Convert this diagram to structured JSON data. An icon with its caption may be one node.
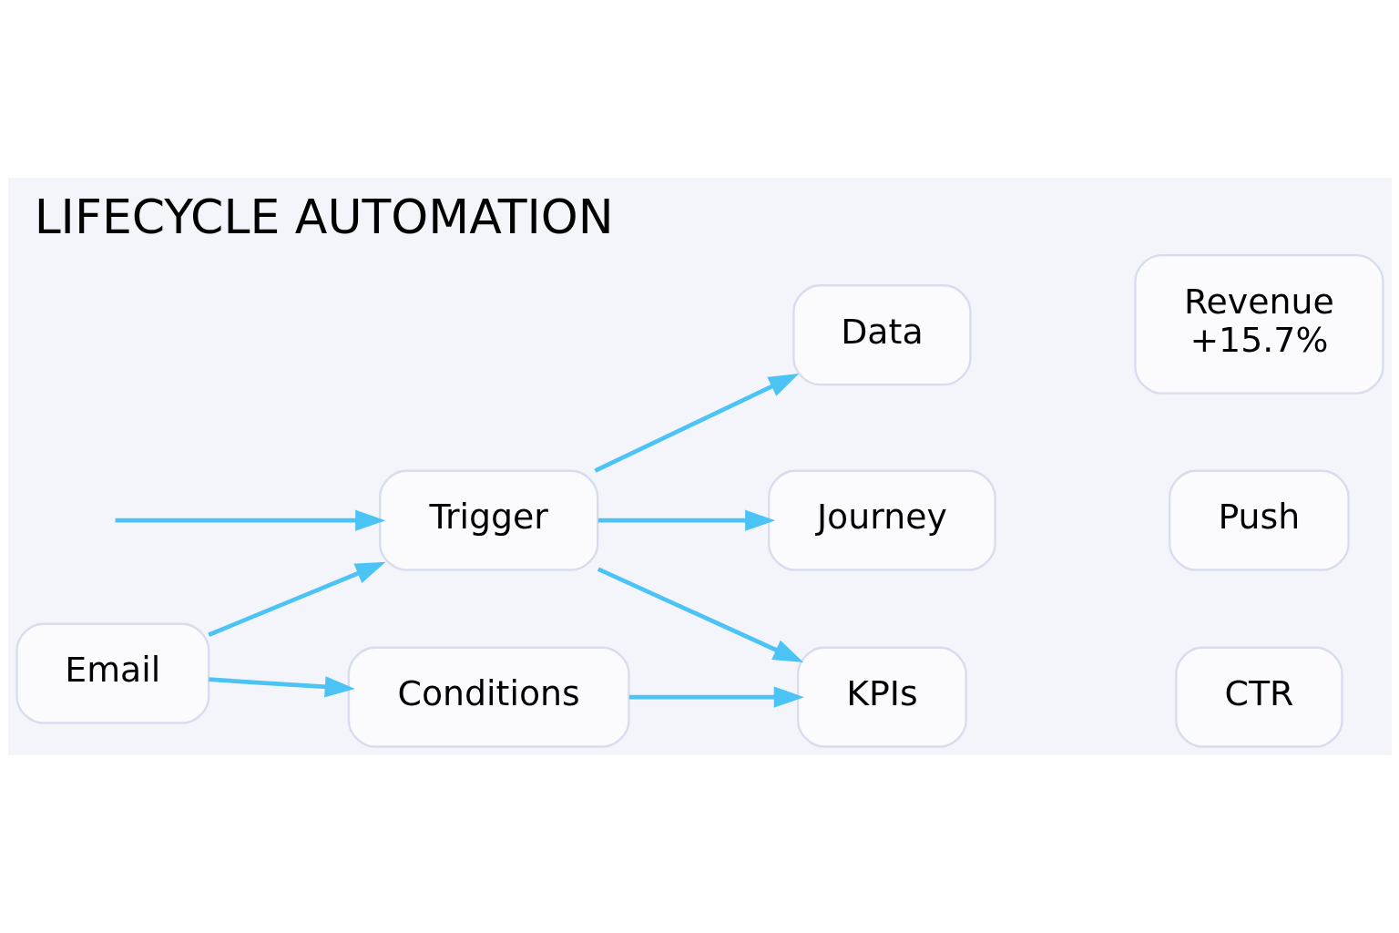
{
  "diagram": {
    "title": "LIFECYCLE AUTOMATION",
    "nodes": [
      {
        "text": [
          "Email"
        ]
      },
      {
        "text": [
          "Trigger"
        ]
      },
      {
        "text": [
          "Conditions"
        ]
      },
      {
        "text": [
          "Data"
        ]
      },
      {
        "text": [
          "Revenue",
          "+15.7%"
        ]
      },
      {
        "text": [
          "Journey"
        ]
      },
      {
        "text": [
          "Push"
        ]
      },
      {
        "text": [
          "KPIs"
        ]
      },
      {
        "text": [
          "CTR"
        ]
      }
    ],
    "edges": [
      {
        "from": 0,
        "to": 1,
        "arrow": "to"
      },
      {
        "from": 0,
        "to": 2,
        "arrow": "to"
      },
      {
        "from": null,
        "to": 1,
        "arrow": "to"
      },
      {
        "from": 1,
        "to": 3,
        "arrow": "to"
      },
      {
        "from": 1,
        "to": 5,
        "arrow": "to"
      },
      {
        "from": 2,
        "to": 7,
        "arrow": "to"
      },
      {
        "from": 1,
        "to": 7,
        "arrow": "to"
      }
    ]
  }
}
